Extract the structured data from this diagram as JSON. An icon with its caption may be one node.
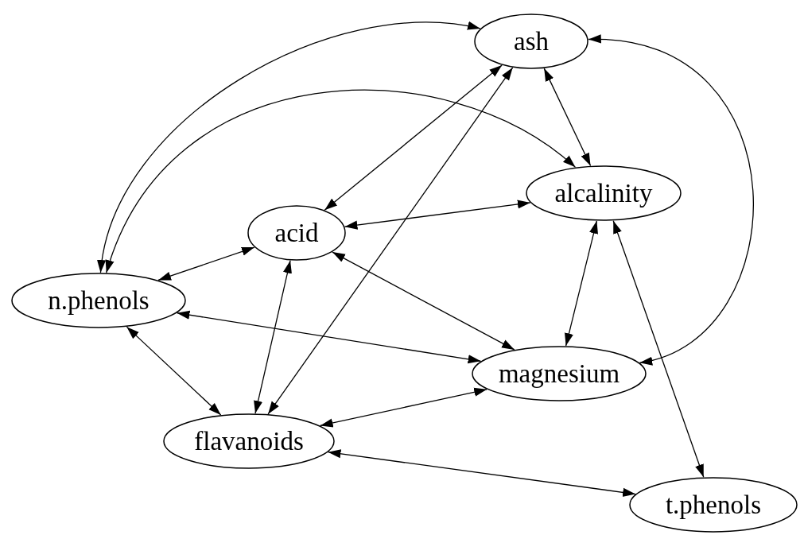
{
  "diagram": {
    "nodes": [
      {
        "text": [
          "ash"
        ]
      },
      {
        "text": [
          "alcalinity"
        ]
      },
      {
        "text": [
          "acid"
        ]
      },
      {
        "text": [
          "n.phenols"
        ]
      },
      {
        "text": [
          "magnesium"
        ]
      },
      {
        "text": [
          "flavanoids"
        ]
      },
      {
        "text": [
          "t.phenols"
        ]
      }
    ],
    "edges": [
      {
        "from": 0,
        "to": 3,
        "arrow": "both"
      },
      {
        "from": 1,
        "to": 3,
        "arrow": "both"
      },
      {
        "from": 0,
        "to": 2,
        "arrow": "both"
      },
      {
        "from": 0,
        "to": 1,
        "arrow": "both"
      },
      {
        "from": 0,
        "to": 5,
        "arrow": "both"
      },
      {
        "from": 0,
        "to": 4,
        "arrow": "both"
      },
      {
        "from": 1,
        "to": 2,
        "arrow": "both"
      },
      {
        "from": 1,
        "to": 4,
        "arrow": "both"
      },
      {
        "from": 1,
        "to": 6,
        "arrow": "both"
      },
      {
        "from": 2,
        "to": 3,
        "arrow": "both"
      },
      {
        "from": 2,
        "to": 4,
        "arrow": "both"
      },
      {
        "from": 2,
        "to": 5,
        "arrow": "both"
      },
      {
        "from": 3,
        "to": 4,
        "arrow": "both"
      },
      {
        "from": 3,
        "to": 5,
        "arrow": "both"
      },
      {
        "from": 4,
        "to": 5,
        "arrow": "both"
      },
      {
        "from": 5,
        "to": 6,
        "arrow": "both"
      }
    ]
  }
}
